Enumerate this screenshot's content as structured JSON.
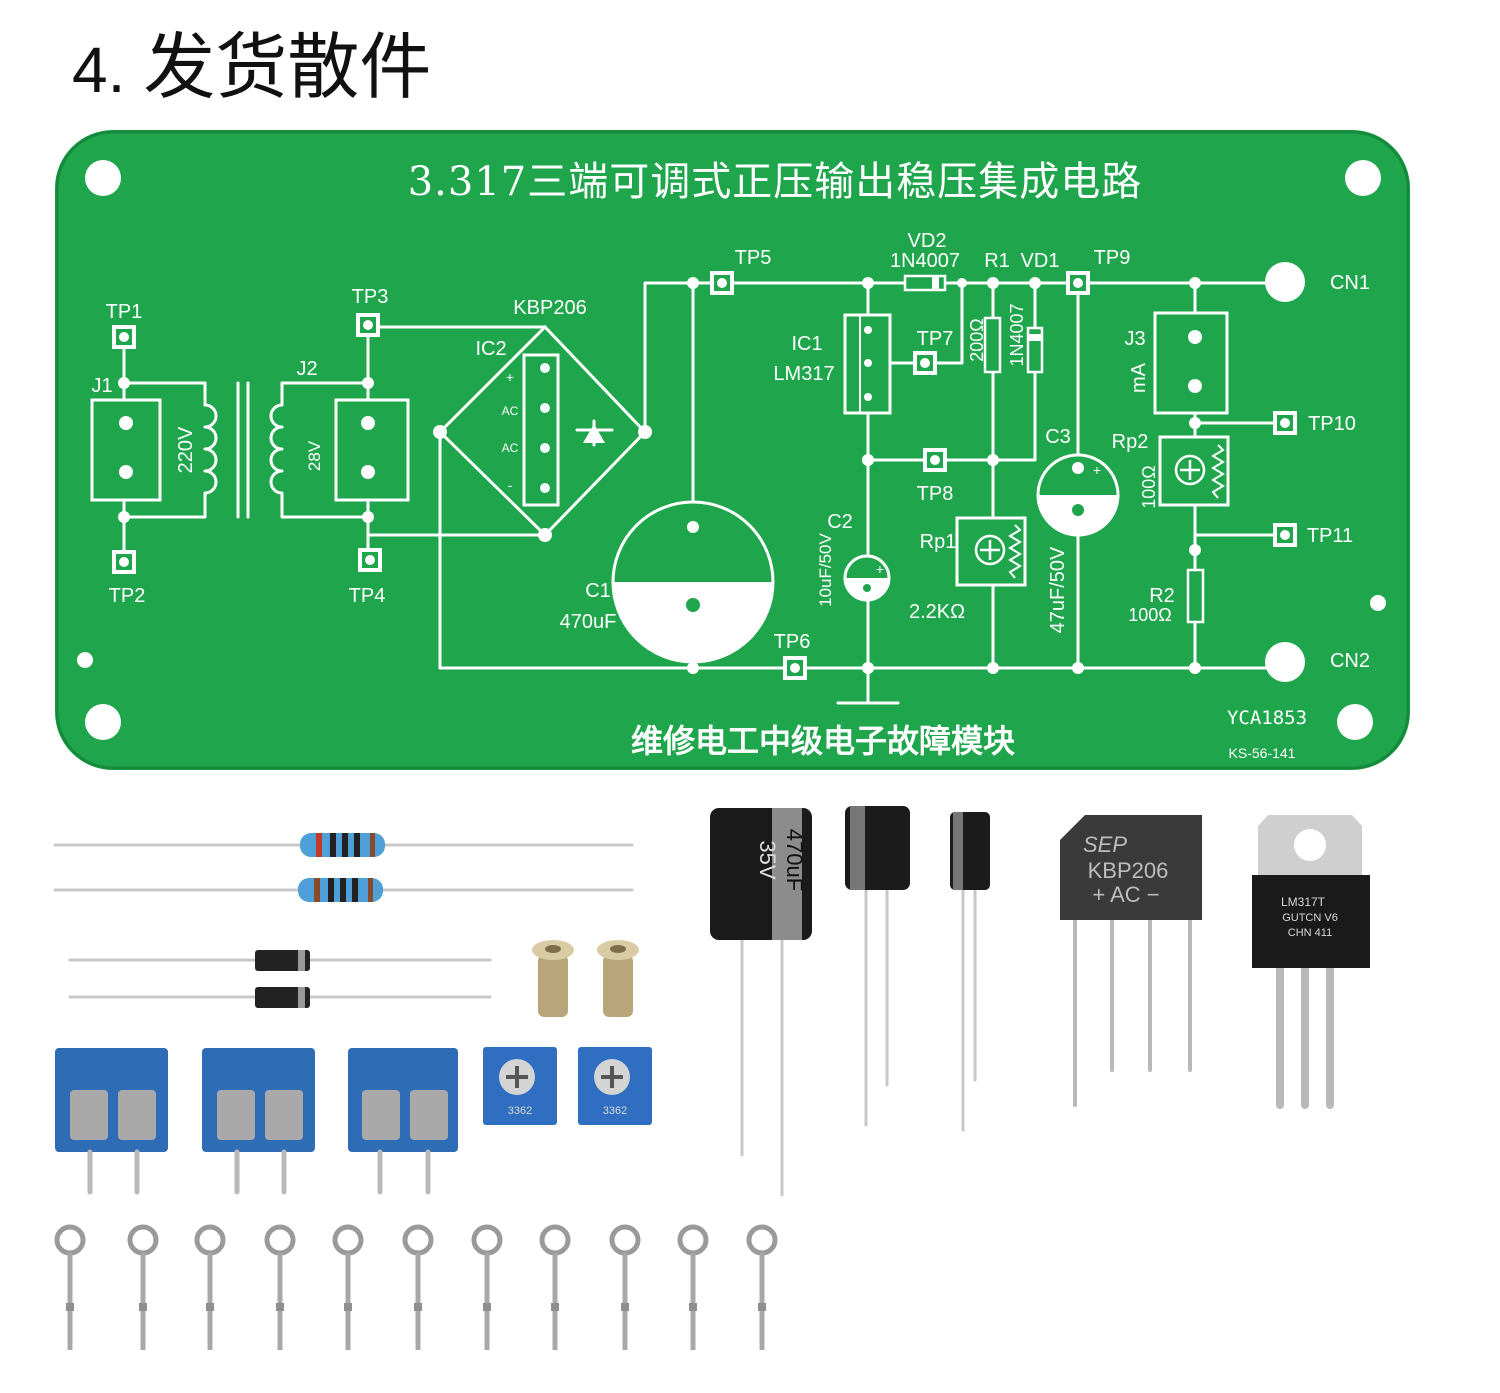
{
  "page": {
    "heading_number": "4.",
    "heading_text": "发货散件"
  },
  "colors": {
    "pcb_green": "#1fa64c",
    "silkscreen": "#ffffff",
    "terminal_blue": "#2e6db5",
    "resistor_blue": "#4f9fd8"
  },
  "pcb": {
    "title": "3.317三端可调式正压输出稳压集成电路",
    "footer": "维修电工中级电子故障模块",
    "model": "YCA1853",
    "code": "KS-56-141",
    "labels": {
      "TP1": "TP1",
      "TP2": "TP2",
      "TP3": "TP3",
      "TP4": "TP4",
      "TP5": "TP5",
      "TP6": "TP6",
      "TP7": "TP7",
      "TP8": "TP8",
      "TP9": "TP9",
      "TP10": "TP10",
      "TP11": "TP11",
      "J1": "J1",
      "J2": "J2",
      "J3": "J3",
      "CN1": "CN1",
      "CN2": "CN2",
      "IC1": "IC1",
      "IC2": "IC2",
      "KBP206": "KBP206",
      "LM317": "LM317",
      "VD1": "VD1",
      "VD2": "VD2",
      "VD1_part": "1N4007",
      "VD2_part": "1N4007",
      "R1": "R1",
      "R2": "R2",
      "R1_value": "200Ω",
      "R2_value": "100Ω",
      "Rp1": "Rp1",
      "Rp2": "Rp2",
      "Rp1_value": "2.2KΩ",
      "Rp2_value": "100Ω",
      "C1": "C1",
      "C2": "C2",
      "C3": "C3",
      "C1_value": "470uF",
      "C2_value": "10uF/50V",
      "C3_value": "47uF/50V",
      "J1_value": "220V",
      "J2_value": "28V",
      "J3_value": "mA",
      "bridge_plus": "+",
      "bridge_ac1": "AC",
      "bridge_ac2": "AC",
      "bridge_minus": "-",
      "cap_plus": "+"
    }
  },
  "parts": {
    "big_cap_value": "470uF",
    "big_cap_voltage": "35V",
    "bridge_brand": "SEP",
    "bridge_model": "KBP206",
    "bridge_pins": "+ AC −",
    "regulator_model": "LM317T",
    "regulator_line2": "GUTCN V6",
    "regulator_line3": "CHN 411",
    "pot_label": "3362"
  }
}
